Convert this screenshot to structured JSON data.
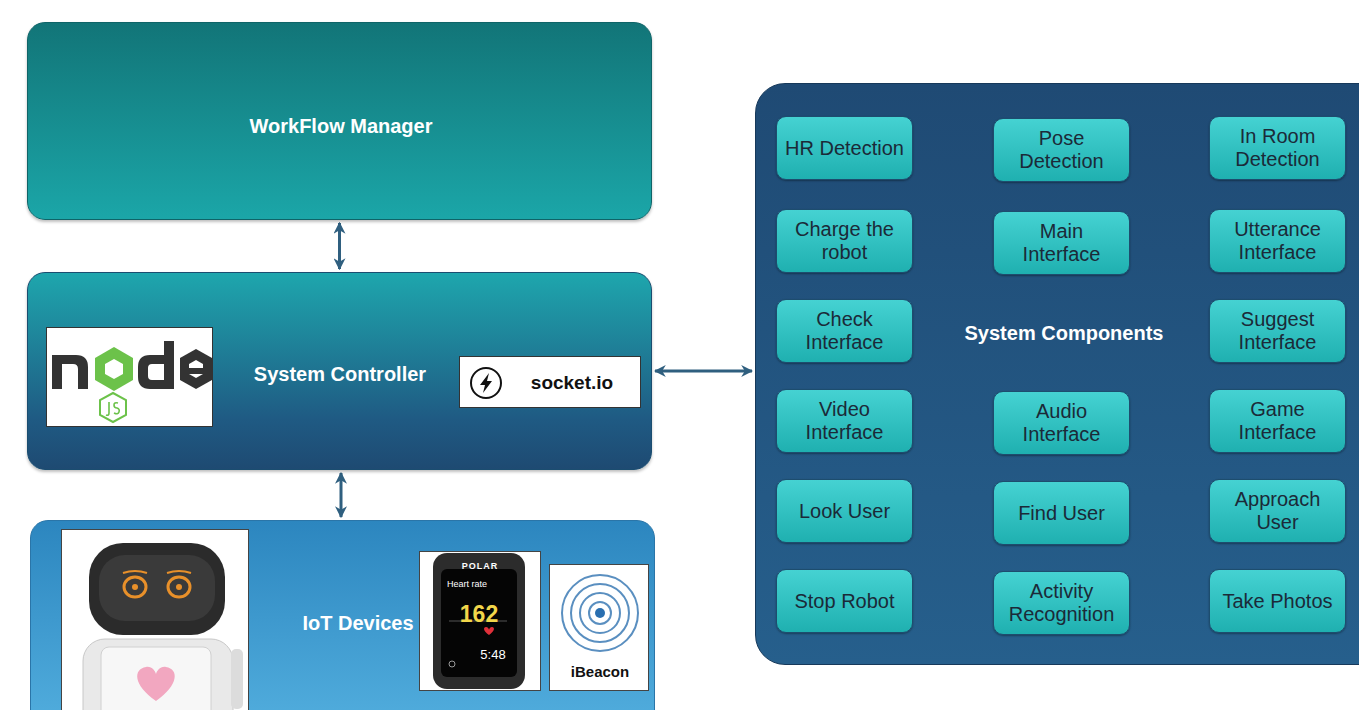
{
  "diagram": {
    "nodes": [
      {
        "text": [
          "WorkFlow Manager"
        ]
      },
      {
        "text": [
          "System Controller"
        ]
      },
      {
        "text": [
          "socket.io"
        ],
        "in": 1
      },
      {
        "text": [
          "IoT Devices"
        ]
      },
      {
        "text": [
          "iBeacon"
        ],
        "in": 3
      },
      {
        "text": [
          "System Components"
        ]
      },
      {
        "text": [
          "HR Detection"
        ],
        "in": 5
      },
      {
        "text": [
          "Pose Detection"
        ],
        "in": 5
      },
      {
        "text": [
          "In Room Detection"
        ],
        "in": 5
      },
      {
        "text": [
          "Charge the robot"
        ],
        "in": 5
      },
      {
        "text": [
          "Main Interface"
        ],
        "in": 5
      },
      {
        "text": [
          "Utterance Interface"
        ],
        "in": 5
      },
      {
        "text": [
          "Check Interface"
        ],
        "in": 5
      },
      {
        "text": [
          "Suggest Interface"
        ],
        "in": 5
      },
      {
        "text": [
          "Video Interface"
        ],
        "in": 5
      },
      {
        "text": [
          "Audio Interface"
        ],
        "in": 5
      },
      {
        "text": [
          "Game Interface"
        ],
        "in": 5
      },
      {
        "text": [
          "Look User"
        ],
        "in": 5
      },
      {
        "text": [
          "Find User"
        ],
        "in": 5
      },
      {
        "text": [
          "Approach User"
        ],
        "in": 5
      },
      {
        "text": [
          "Stop Robot"
        ],
        "in": 5
      },
      {
        "text": [
          "Activity Recognition"
        ],
        "in": 5
      },
      {
        "text": [
          "Take Photos"
        ],
        "in": 5
      }
    ],
    "edges": [
      {
        "from": 0,
        "to": 1,
        "arrow": "both"
      },
      {
        "from": 1,
        "to": 3,
        "arrow": "both"
      },
      {
        "from": 1,
        "to": 5,
        "arrow": "both"
      }
    ],
    "labels": [
      "POLAR",
      "Heart rate",
      "162",
      "5:48"
    ]
  }
}
